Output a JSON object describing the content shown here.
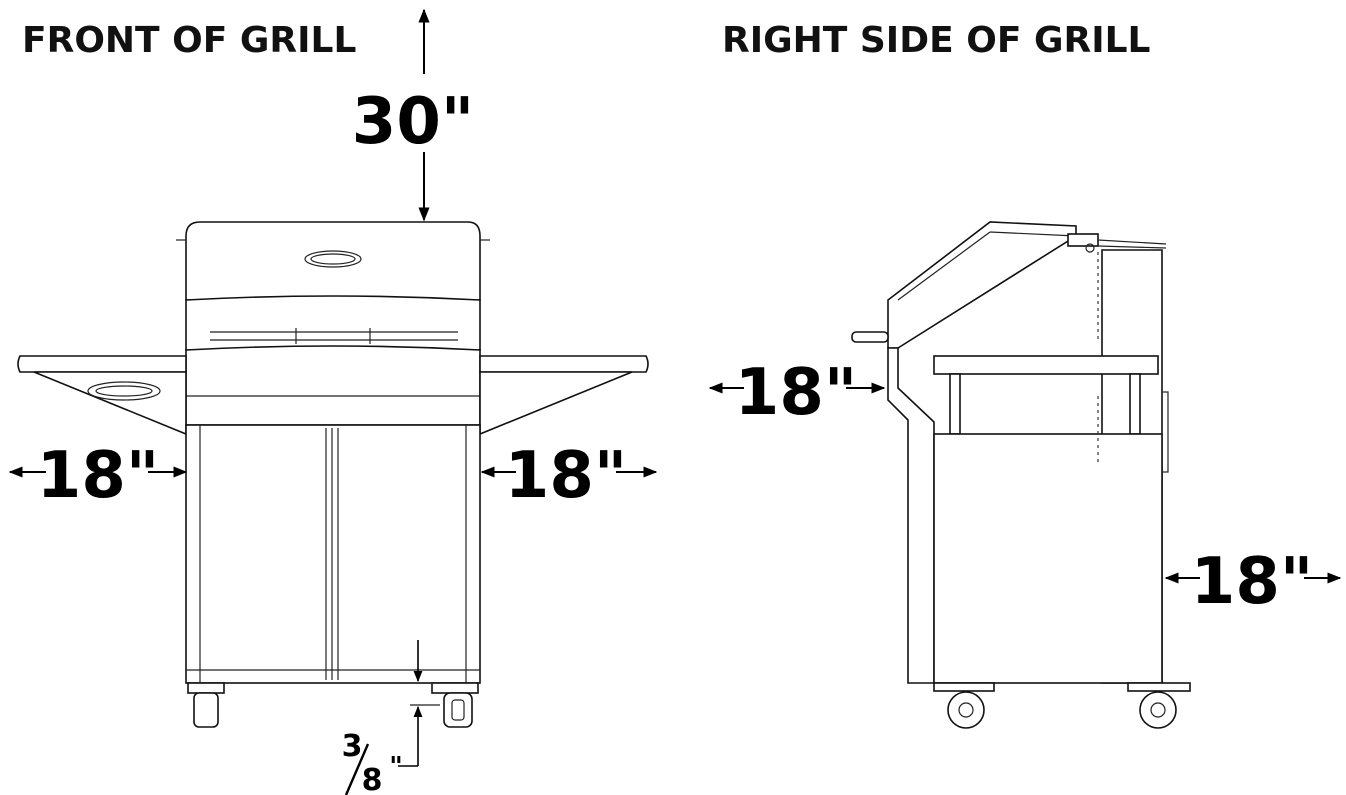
{
  "front": {
    "title": "FRONT OF GRILL",
    "top_clearance": "30\"",
    "left_clearance": "18\"",
    "right_clearance": "18\"",
    "fraction_numerator": "3",
    "fraction_denominator": "8",
    "fraction_unit": "\""
  },
  "side": {
    "title": "RIGHT SIDE OF GRILL",
    "front_clearance": "18\"",
    "rear_clearance": "18\""
  }
}
